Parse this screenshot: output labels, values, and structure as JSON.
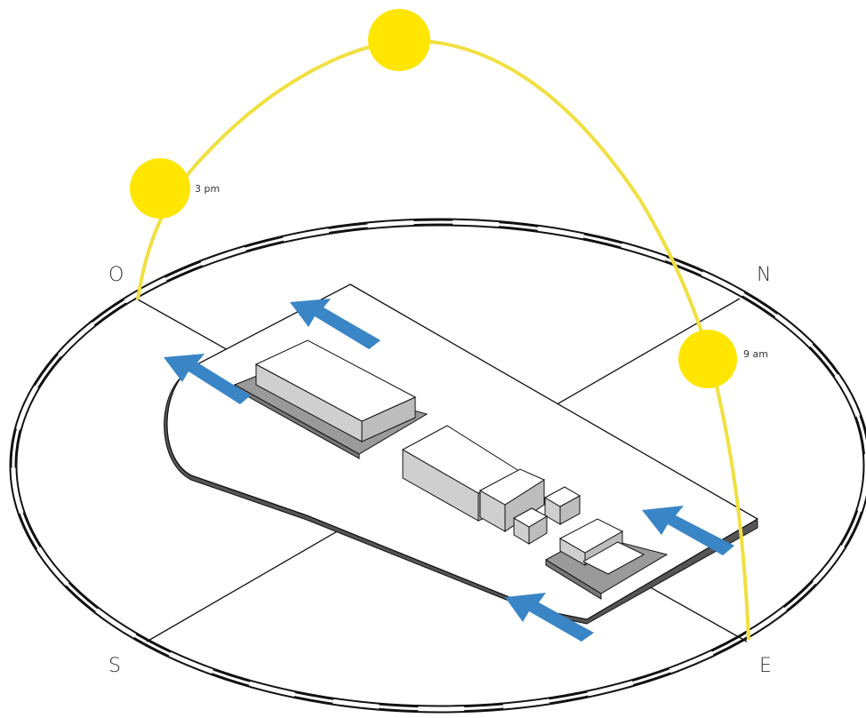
{
  "directions": {
    "west": "O",
    "north": "N",
    "south": "S",
    "east": "E"
  },
  "sun_times": {
    "afternoon": "3 pm",
    "morning": "9 am"
  },
  "colors": {
    "sun": "#ffe600",
    "sun_path": "#f0e040",
    "wind_arrow": "#3a85c6",
    "outline": "#111111",
    "building_top": "#ffffff",
    "building_side": "#cfcfcf",
    "building_dark": "#9a9a9a"
  },
  "icons": {
    "sun": "sun-icon",
    "wind": "wind-arrow-icon"
  }
}
